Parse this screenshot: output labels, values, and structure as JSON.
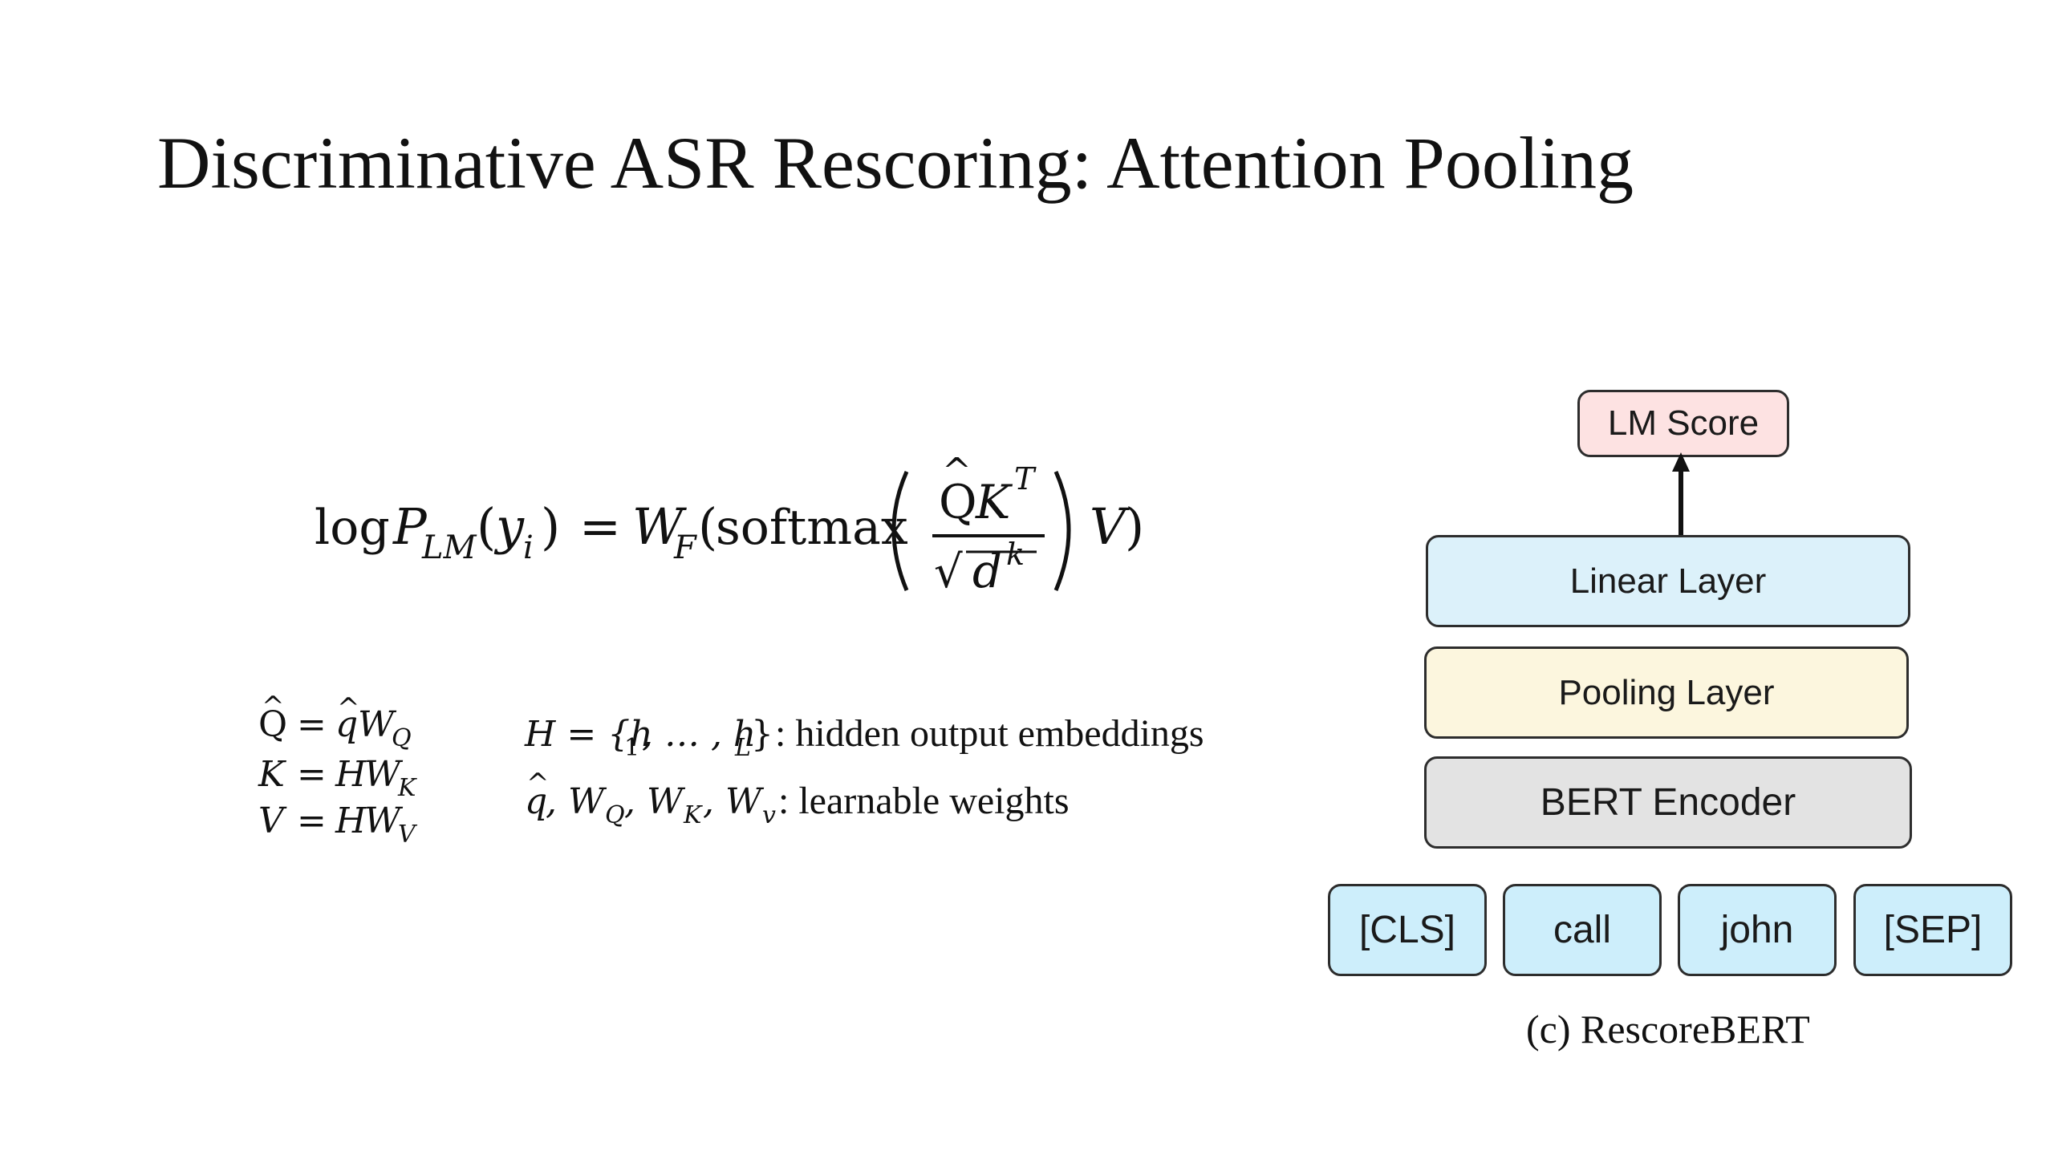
{
  "title": "Discriminative ASR Rescoring: Attention Pooling",
  "equation": {
    "lhs_log": "log",
    "lhs_P": "P",
    "lhs_P_sub": "LM",
    "lhs_arg_open": "(",
    "lhs_y": "y",
    "lhs_y_sub": "i",
    "lhs_arg_close": ")",
    "equals": "=",
    "W": "W",
    "W_sub": "F",
    "paren_open": "(",
    "softmax": "softmax",
    "frac_num_Q": "Q",
    "frac_num_hat": "^",
    "frac_num_K": "K",
    "frac_num_sup": "T",
    "frac_den_sqrt": "√",
    "frac_den_d": "d",
    "frac_den_sup": "k",
    "V": "V",
    "paren_close": ")"
  },
  "definitions": [
    {
      "lhs": "Q",
      "lhs_hat": "^",
      "eq": "=",
      "a": "q",
      "a_hat": "^",
      "b": "W",
      "b_sub": "Q"
    },
    {
      "lhs": "K",
      "lhs_hat": "",
      "eq": "=",
      "a": "H",
      "a_hat": "",
      "b": "W",
      "b_sub": "K"
    },
    {
      "lhs": "V",
      "lhs_hat": "",
      "eq": "=",
      "a": "H",
      "a_hat": "",
      "b": "W",
      "b_sub": "V"
    }
  ],
  "notes": {
    "hidden": {
      "math": "H = {h",
      "sub1": "1",
      "mid": ", … , h",
      "subL": "L",
      "close": "}",
      "text": " : hidden output embeddings"
    },
    "weights": {
      "q": "q",
      "q_hat": "^",
      "w1": ", W",
      "w1_sub": "Q",
      "w2": ", W",
      "w2_sub": "K",
      "w3": ", W",
      "w3_sub": "v",
      "text": " : learnable weights"
    }
  },
  "diagram": {
    "lm_score": "LM Score",
    "linear_layer": "Linear Layer",
    "pooling_layer": "Pooling Layer",
    "bert_encoder": "BERT Encoder",
    "tokens": [
      "[CLS]",
      "call",
      "john",
      "[SEP]"
    ],
    "caption": "(c) RescoreBERT",
    "colors": {
      "lm_score_fill": "#fde2e2",
      "linear_fill": "#dcf1fa",
      "pooling_fill": "#fcf6de",
      "bert_fill": "#e3e3e3",
      "token_fill": "#cdeefb",
      "border": "#2d2d2d"
    }
  }
}
